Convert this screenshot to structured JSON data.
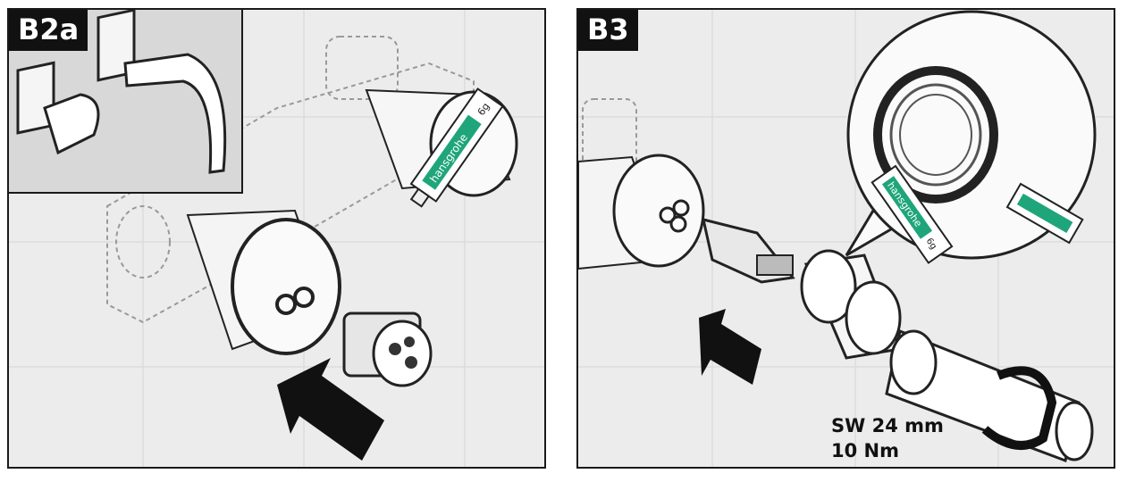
{
  "panels": [
    {
      "label": "B2a",
      "tube": {
        "brand": "hansgrohe",
        "weight": "6g"
      }
    },
    {
      "label": "B3",
      "tube": {
        "brand": "hansgrohe",
        "weight": "6g"
      },
      "spec": {
        "wrench_size": "SW 24 mm",
        "torque": "10 Nm"
      }
    }
  ],
  "colors": {
    "brand_green": "#1fa57a",
    "frame": "#1a1a1a",
    "background": "#ececec"
  }
}
